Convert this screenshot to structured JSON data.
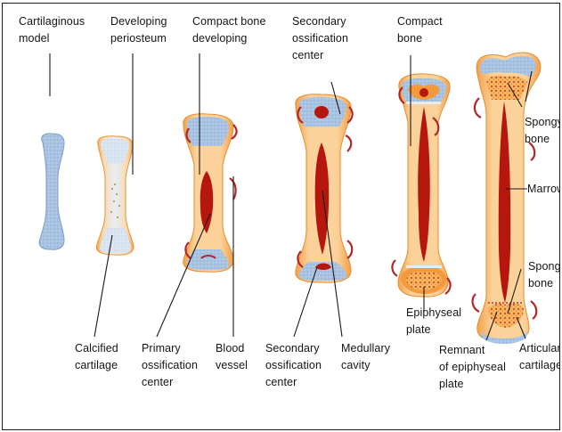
{
  "figure": {
    "top_labels": {
      "cartilaginous_model": "Cartilaginous\nmodel",
      "developing_periosteum": "Developing\nperiosteum",
      "compact_bone_developing": "Compact bone\ndeveloping",
      "secondary_ossification_center_top": "Secondary\nossification\ncenter",
      "compact_bone": "Compact\nbone"
    },
    "right_labels": {
      "spongy_bone_top": "Spongy\nbone",
      "marrow": "Marrow",
      "spongy_bone_bottom": "Spongy\nbone",
      "articular_cartilage": "Articular\ncartilage"
    },
    "bottom_labels": {
      "calcified_cartilage": "Calcified\ncartilage",
      "primary_ossification_center": "Primary\nossification\ncenter",
      "blood_vessel": "Blood\nvessel",
      "secondary_ossification_center_bottom": "Secondary\nossification\ncenter",
      "medullary_cavity": "Medullary\ncavity",
      "epiphyseal_plate": "Epiphyseal\nplate",
      "remnant_epiphyseal_plate": "Remnant\nof epiphyseal\nplate"
    },
    "colors": {
      "cartilage_blue": "#a9c3e2",
      "bone_orange": "#f7b55e",
      "bone_light": "#fbd9a5",
      "marrow_red": "#b5170f",
      "vessel_red": "#b0262b",
      "leader_line": "#1a1a1a"
    }
  }
}
